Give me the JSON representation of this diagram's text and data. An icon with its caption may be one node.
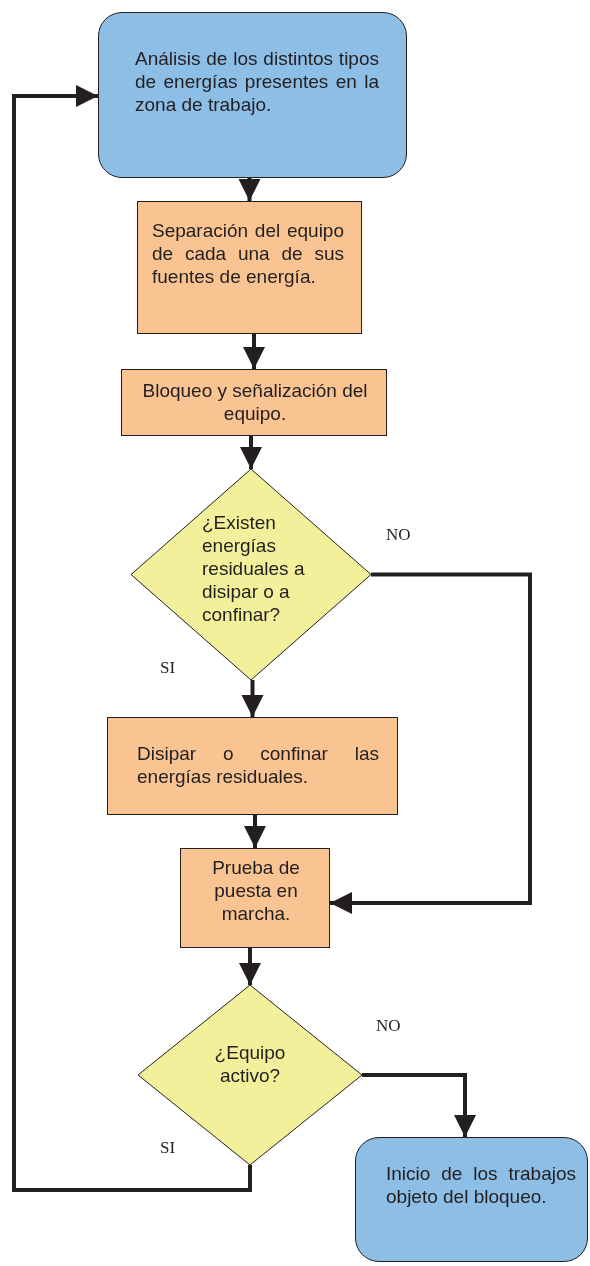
{
  "diagram": {
    "nodes": [
      {
        "text": [
          "Análisis de los distintos tipos de energías presentes en la zona de trabajo."
        ]
      },
      {
        "text": [
          "Separación del equipo de cada una de sus fuentes de energía."
        ]
      },
      {
        "text": [
          "Bloqueo y señalización del equipo."
        ]
      },
      {
        "text": [
          "¿Existen energías residuales a disipar o a confinar?"
        ]
      },
      {
        "text": [
          "Disipar o confinar las energías residuales."
        ]
      },
      {
        "text": [
          "Prueba de puesta en marcha."
        ]
      },
      {
        "text": [
          "¿Equipo activo?"
        ]
      },
      {
        "text": [
          "Inicio de los trabajos objeto del bloqueo."
        ]
      }
    ],
    "edges": [
      {
        "from": 0,
        "to": 1,
        "arrow": "to"
      },
      {
        "from": 1,
        "to": 2,
        "arrow": "to"
      },
      {
        "from": 2,
        "to": 3,
        "arrow": "to"
      },
      {
        "from": 3,
        "to": 4,
        "arrow": "to",
        "label": "SI"
      },
      {
        "from": 3,
        "to": 5,
        "arrow": "to",
        "label": "NO"
      },
      {
        "from": 4,
        "to": 5,
        "arrow": "to"
      },
      {
        "from": 5,
        "to": 6,
        "arrow": "to"
      },
      {
        "from": 6,
        "to": 7,
        "arrow": "to",
        "label": "NO"
      },
      {
        "from": 6,
        "to": 0,
        "arrow": "to",
        "label": "SI"
      }
    ]
  }
}
